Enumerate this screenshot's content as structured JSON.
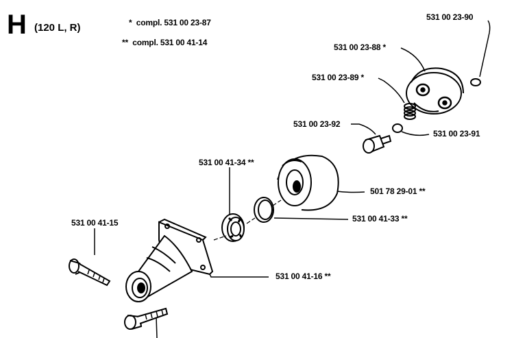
{
  "header": {
    "section_letter": "H",
    "model": "(120 L, R)",
    "notes": [
      {
        "mark": "*",
        "text": "compl. 531 00 23-87"
      },
      {
        "mark": "**",
        "text": "compl. 531 00 41-14"
      }
    ]
  },
  "parts": [
    {
      "id": "p1",
      "number": "531 00 23-90",
      "mark": ""
    },
    {
      "id": "p2",
      "number": "531 00 23-88",
      "mark": "*"
    },
    {
      "id": "p3",
      "number": "531 00 23-89",
      "mark": "*"
    },
    {
      "id": "p4",
      "number": "531 00 23-92",
      "mark": ""
    },
    {
      "id": "p5",
      "number": "531 00 23-91",
      "mark": ""
    },
    {
      "id": "p6",
      "number": "531 00 41-34",
      "mark": "**"
    },
    {
      "id": "p7",
      "number": "501 78 29-01",
      "mark": "**"
    },
    {
      "id": "p8",
      "number": "531 00 41-33",
      "mark": "**"
    },
    {
      "id": "p9",
      "number": "531 00 41-15",
      "mark": ""
    },
    {
      "id": "p10",
      "number": "531 00 41-16",
      "mark": "**"
    }
  ]
}
